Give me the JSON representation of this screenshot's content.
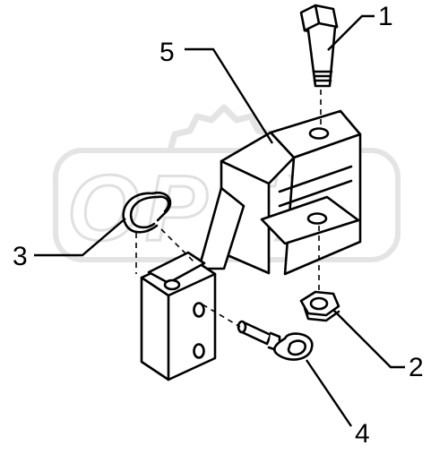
{
  "callouts": [
    {
      "number": "1",
      "part": "bolt"
    },
    {
      "number": "2",
      "part": "nut"
    },
    {
      "number": "3",
      "part": "spring-ring"
    },
    {
      "number": "4",
      "part": "pin"
    },
    {
      "number": "5",
      "part": "bracket"
    }
  ],
  "watermark": {
    "text": "OPEX"
  },
  "colors": {
    "line": "#000000",
    "watermark": "#e6e6e6",
    "background": "#ffffff"
  }
}
